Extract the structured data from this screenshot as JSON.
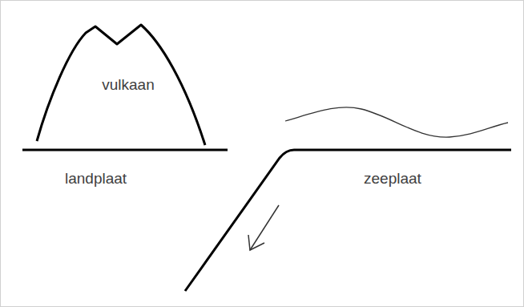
{
  "diagram": {
    "nodes": [
      {
        "text": [
          "vulkaan"
        ]
      }
    ],
    "labels": [
      "landplaat",
      "zeeplaat"
    ]
  }
}
